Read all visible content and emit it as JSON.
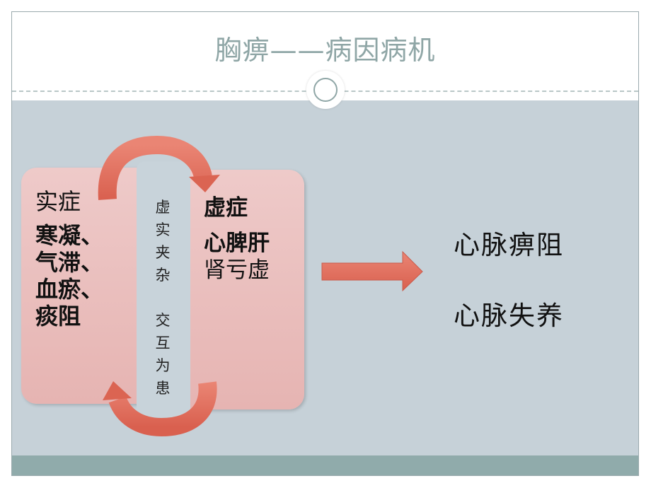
{
  "slide": {
    "title": "胸痹——病因病机"
  },
  "left_box": {
    "heading": "实症",
    "lines": [
      "寒凝、",
      "气滞、",
      "血瘀、",
      "痰阻"
    ]
  },
  "right_box": {
    "heading": "虚症",
    "line1": "心脾肝",
    "line2": "肾亏虚"
  },
  "center": {
    "chars": [
      "虚",
      "实",
      "夹",
      "杂",
      "",
      "交",
      "互",
      "为",
      "患"
    ]
  },
  "outcomes": [
    "心脉痹阻",
    "心脉失养"
  ],
  "colors": {
    "arrow": "#e06e5c",
    "box_fill": "#edc6c5",
    "panel": "#c6d1d8",
    "footer": "#90abab",
    "title": "#8fa6a6"
  },
  "icons": {
    "cycle_top": "curved-arrow-right-icon",
    "cycle_bottom": "curved-arrow-left-icon",
    "result_arrow": "arrow-right-icon"
  }
}
